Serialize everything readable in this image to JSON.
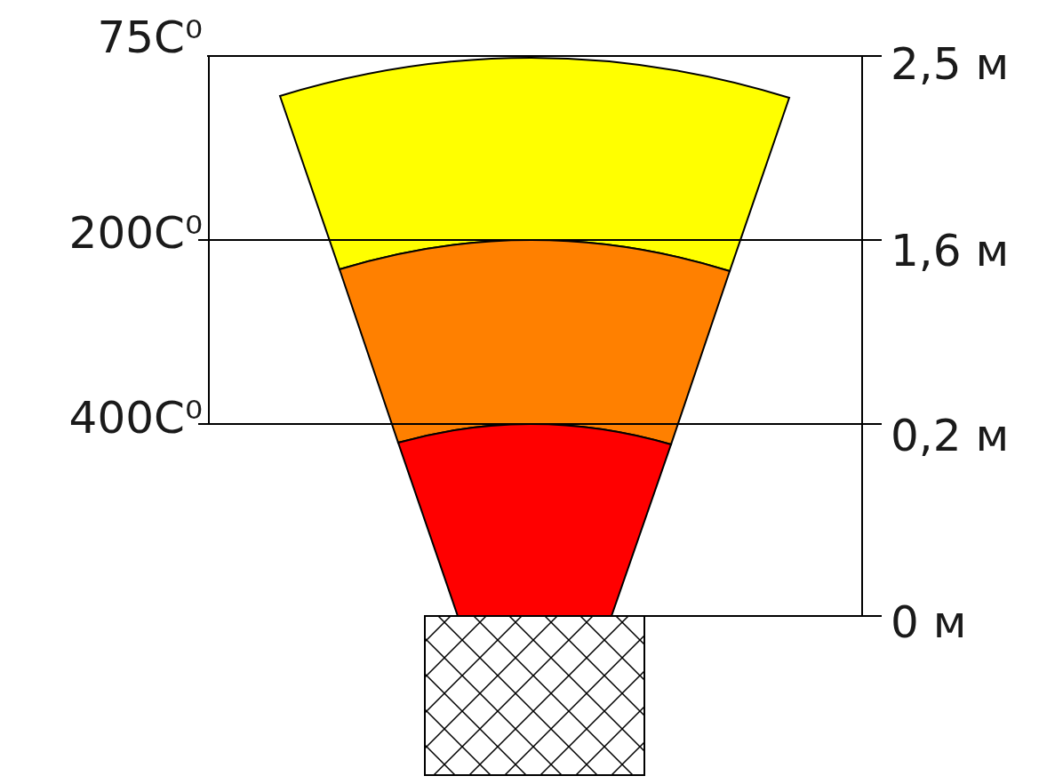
{
  "diagram": {
    "labels": [
      "75C⁰",
      "2,5 м",
      "200C⁰",
      "1,6 м",
      "400C⁰",
      "0,2 м",
      "0 м"
    ]
  }
}
